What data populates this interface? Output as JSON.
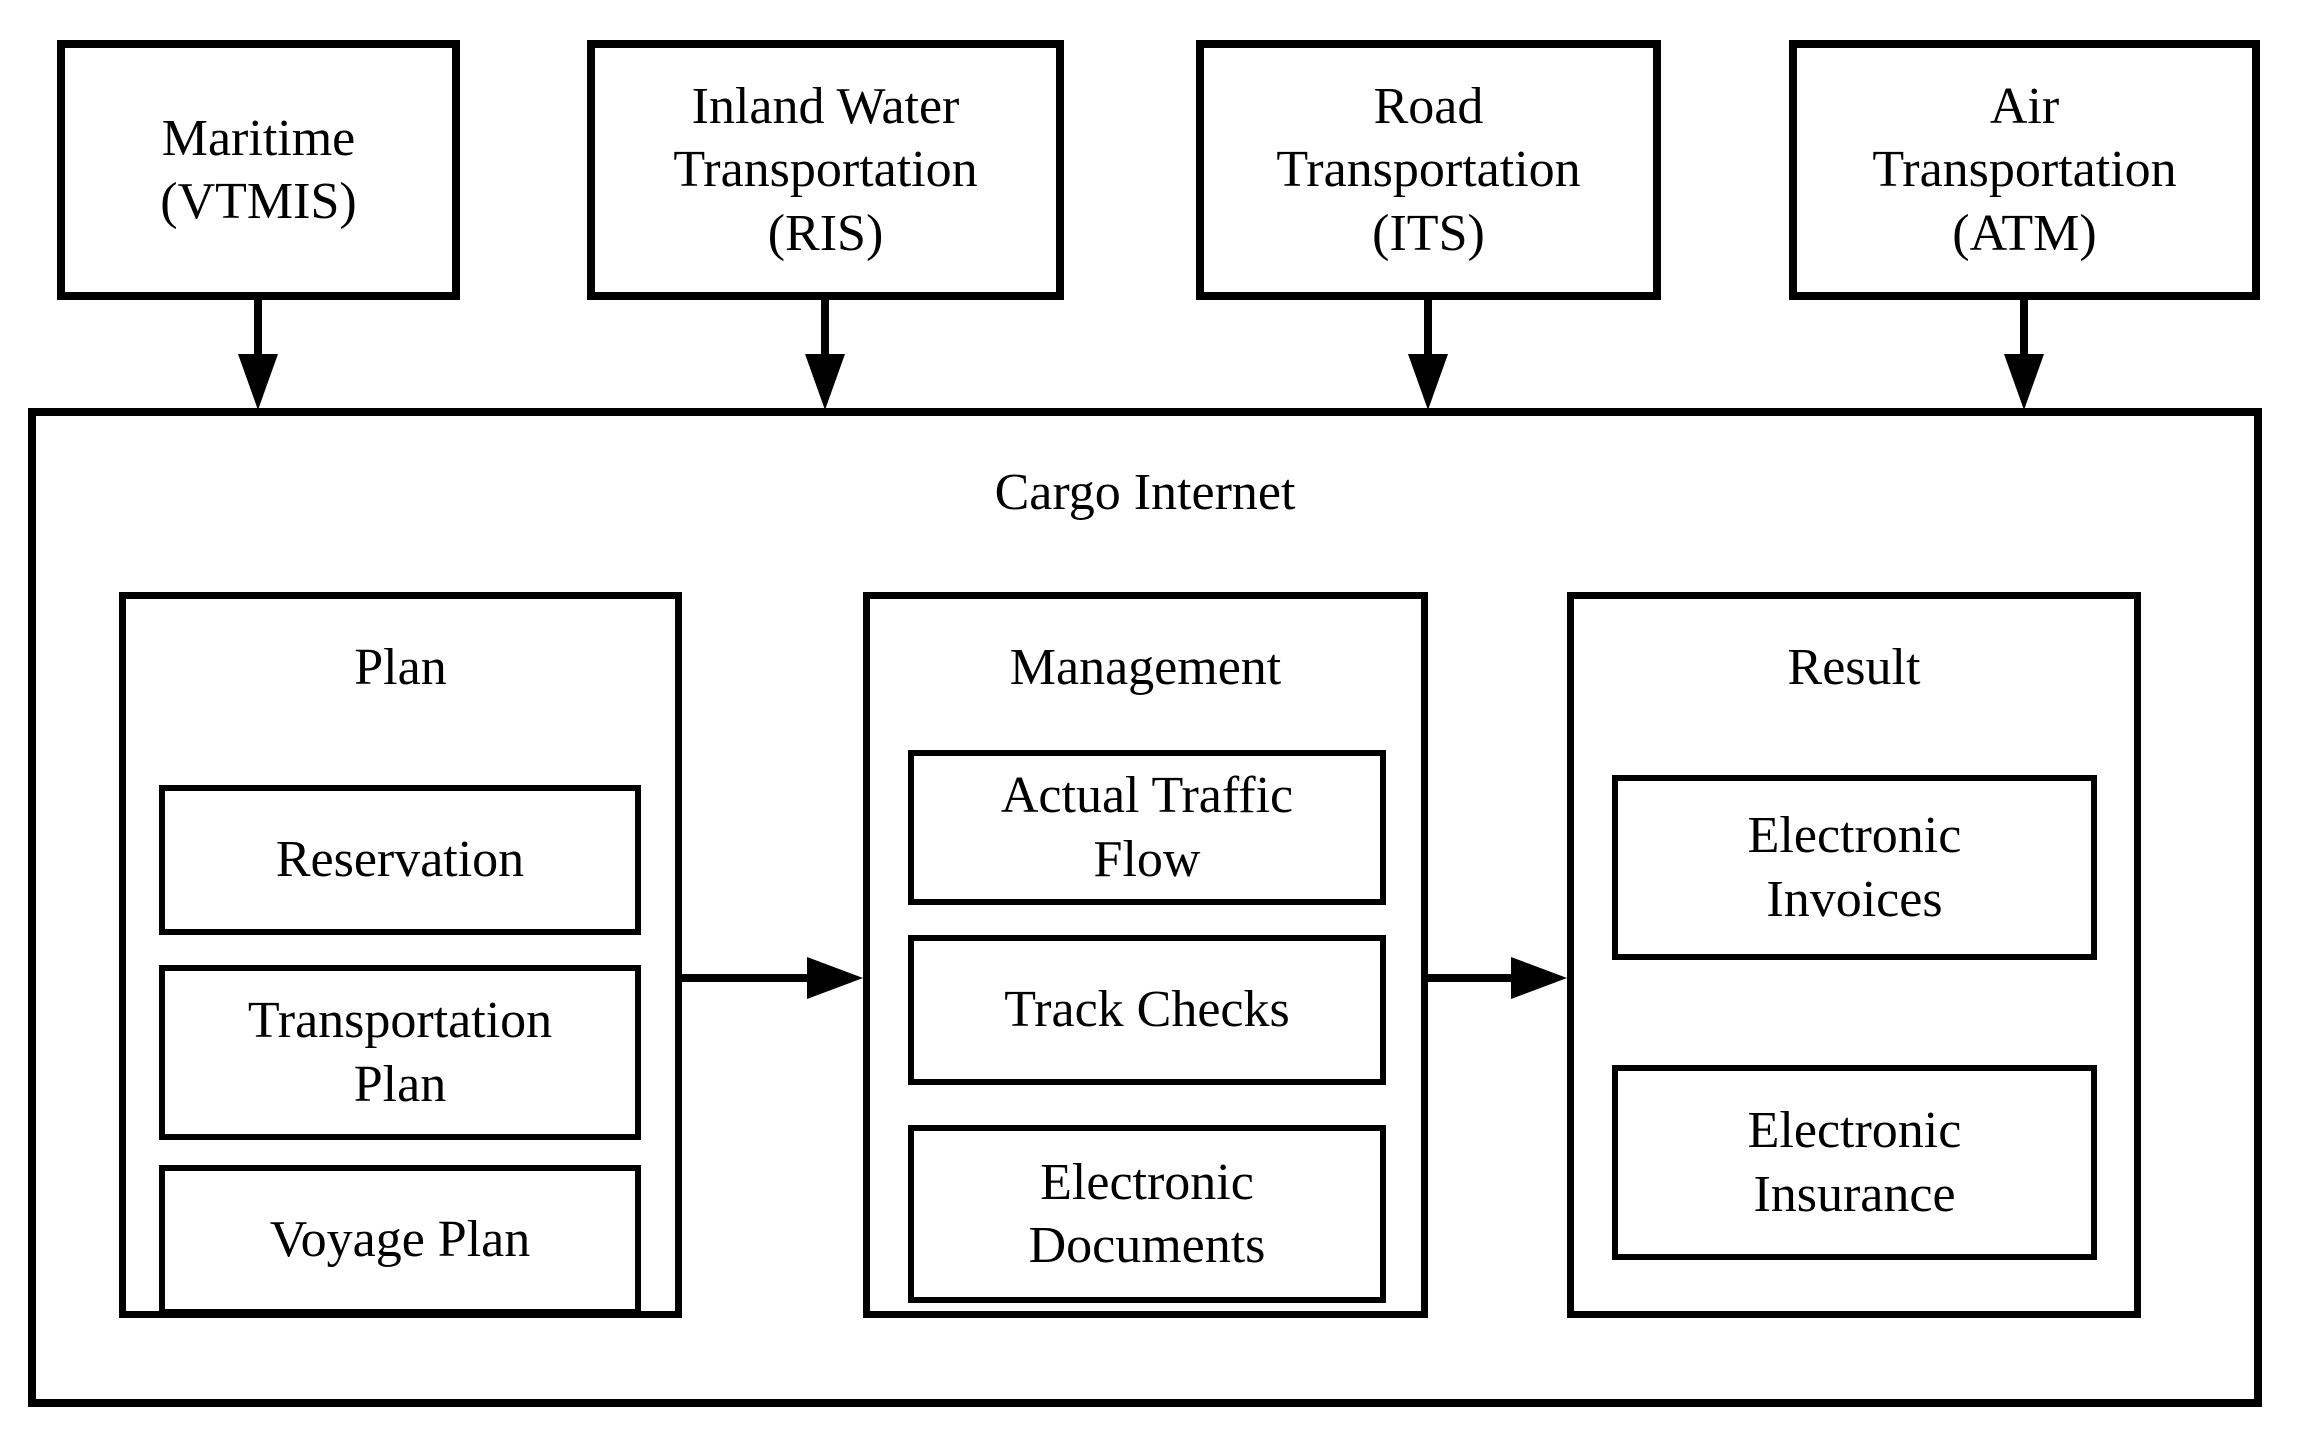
{
  "diagram": {
    "sources": [
      {
        "label": "Maritime\n(VTMIS)"
      },
      {
        "label": "Inland Water\nTransportation\n(RIS)"
      },
      {
        "label": "Road\nTransportation\n(ITS)"
      },
      {
        "label": "Air\nTransportation\n(ATM)"
      }
    ],
    "container": {
      "title": "Cargo Internet"
    },
    "columns": [
      {
        "header": "Plan",
        "items": [
          "Reservation",
          "Transportation\nPlan",
          "Voyage Plan"
        ]
      },
      {
        "header": "Management",
        "items": [
          "Actual Traffic\nFlow",
          "Track Checks",
          "Electronic\nDocuments"
        ]
      },
      {
        "header": "Result",
        "items": [
          "Electronic\nInvoices",
          "Electronic\nInsurance"
        ]
      }
    ],
    "colors": {
      "line": "#000000",
      "background": "#ffffff",
      "text": "#000000"
    }
  }
}
